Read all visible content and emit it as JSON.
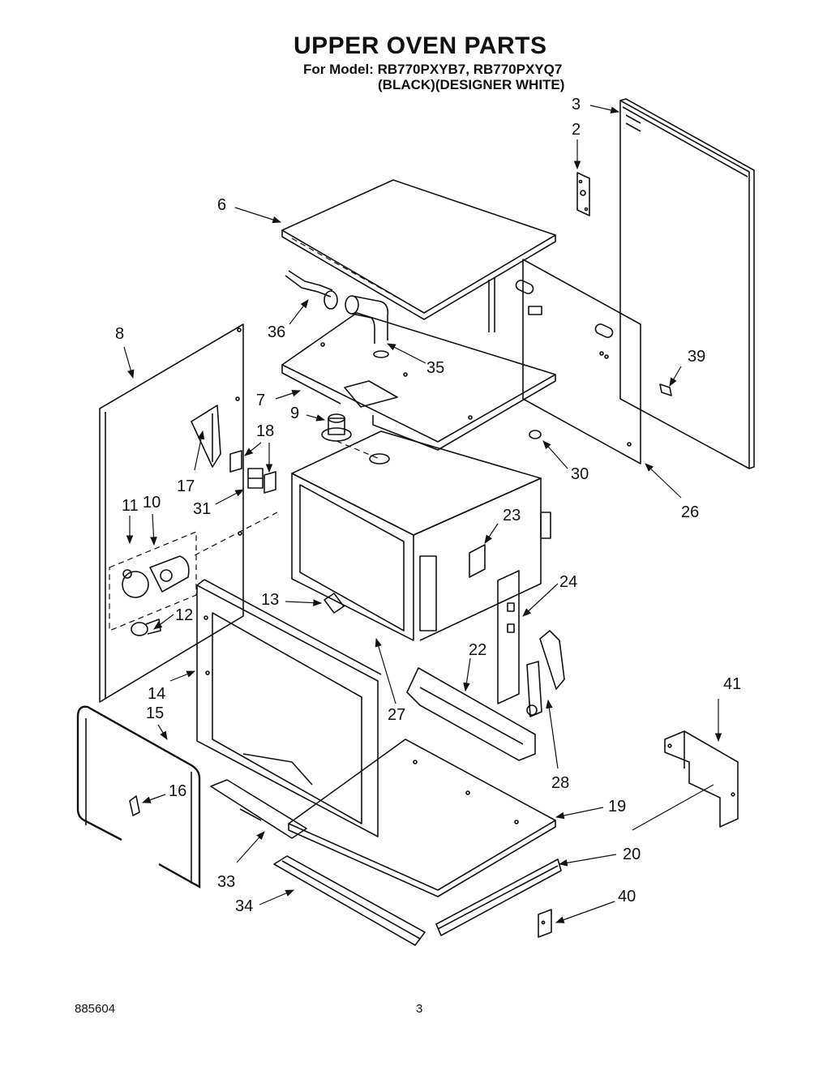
{
  "header": {
    "title": "UPPER OVEN PARTS",
    "model_line": "For Model: RB770PXYB7, RB770PXYQ7",
    "variant_line": "(BLACK)(DESIGNER WHITE)"
  },
  "footer": {
    "doc_code": "885604",
    "page_number": "3"
  },
  "callouts": {
    "c2": "2",
    "c3": "3",
    "c6": "6",
    "c7": "7",
    "c8": "8",
    "c9": "9",
    "c10": "10",
    "c11": "11",
    "c12": "12",
    "c13": "13",
    "c14": "14",
    "c15": "15",
    "c16": "16",
    "c17": "17",
    "c18": "18",
    "c19": "19",
    "c20": "20",
    "c22": "22",
    "c23": "23",
    "c24": "24",
    "c26": "26",
    "c27": "27",
    "c28": "28",
    "c30": "30",
    "c31": "31",
    "c33": "33",
    "c34": "34",
    "c35": "35",
    "c36": "36",
    "c39": "39",
    "c40": "40",
    "c41": "41"
  }
}
